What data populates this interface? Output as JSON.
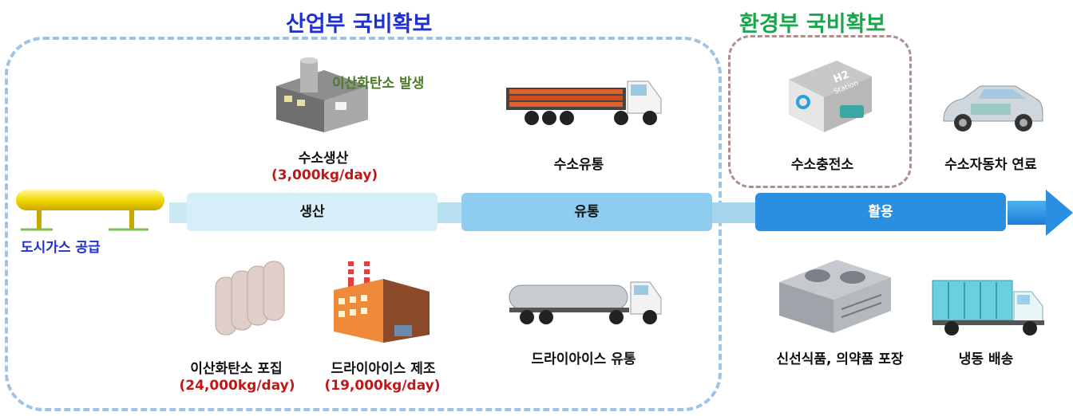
{
  "titles": {
    "industry": "산업부 국비확보",
    "environment": "환경부 국비확보"
  },
  "supply": {
    "label": "도시가스 공급"
  },
  "top_items": {
    "co2_emission": "이산화탄소 발생",
    "h2_production": {
      "label": "수소생산",
      "amount": "(3,000kg/day)"
    },
    "h2_distribution": {
      "label": "수소유통"
    },
    "h2_station": {
      "label": "수소충전소",
      "sign": "H2 Station"
    },
    "h2_vehicle": {
      "label": "수소자동차 연료"
    }
  },
  "stages": [
    "생산",
    "유통",
    "활용"
  ],
  "bottom_items": {
    "co2_capture": {
      "label": "이산화탄소 포집",
      "amount": "(24,000kg/day)"
    },
    "dry_ice_production": {
      "label": "드라이아이스 제조",
      "amount": "(19,000kg/day)"
    },
    "dry_ice_distribution": {
      "label": "드라이아이스 유통"
    },
    "food_packaging": {
      "label": "신선식품, 의약품 포장"
    },
    "cold_delivery": {
      "label": "냉동 배송"
    }
  },
  "colors": {
    "industry_title": "#1f2fd0",
    "environment_title": "#1aa64a",
    "amount_text": "#c01818",
    "co2_text": "#4a7a2a",
    "supply_text": "#1f2fd0",
    "stage_production": "#d6eef8",
    "stage_distribution": "#8fcdf0",
    "stage_utilization": "#2a8fe0"
  },
  "icons": [
    "factory-icon",
    "tube-trailer-icon",
    "h2-station-icon",
    "fuel-cell-car-icon",
    "pipeline-icon",
    "co2-capture-tanks-icon",
    "dry-ice-factory-icon",
    "tanker-truck-icon",
    "cooling-unit-icon",
    "refrigerated-truck-icon"
  ]
}
